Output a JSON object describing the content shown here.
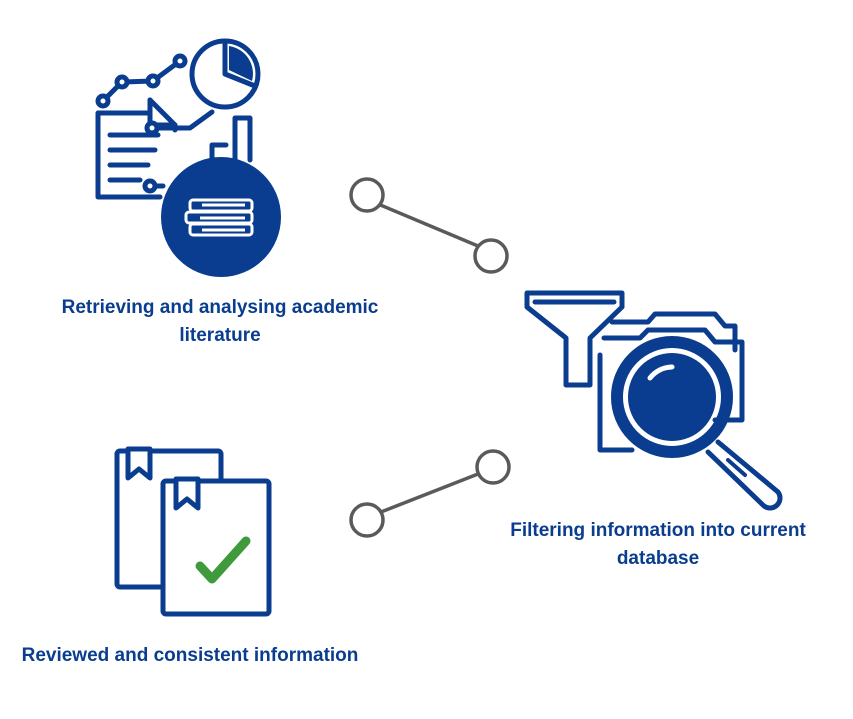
{
  "steps": [
    {
      "label": "Retrieving and analysing academic literature",
      "icon": "research-documents-books-icon"
    },
    {
      "label": "Filtering information into current database",
      "icon": "funnel-magnifier-icon"
    },
    {
      "label": "Reviewed and consistent information",
      "icon": "checked-documents-icon"
    }
  ],
  "colors": {
    "primary": "#0a3d8f",
    "connector": "#5a5a5a",
    "check": "#3f9a3c",
    "background": "#ffffff"
  }
}
